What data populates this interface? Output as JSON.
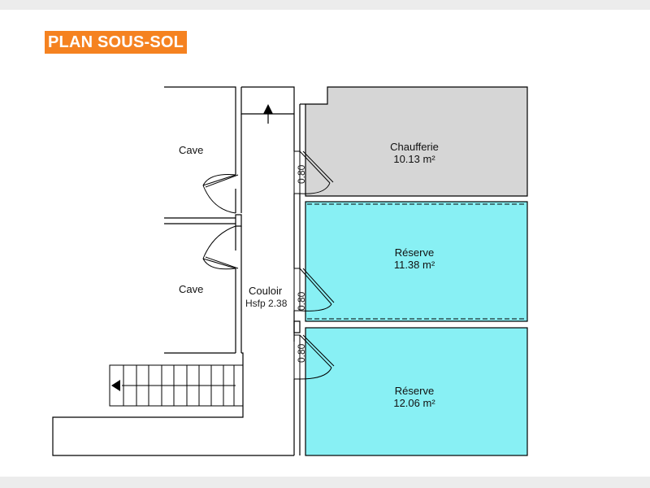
{
  "title": "PLAN SOUS-SOL",
  "colors": {
    "title_bg": "#f58220",
    "reserve_fill": "#88f0f4",
    "chaufferie_fill": "#d6d6d6",
    "wall": "#000000"
  },
  "rooms": {
    "cave_top": {
      "name": "Cave"
    },
    "cave_bottom": {
      "name": "Cave"
    },
    "couloir": {
      "name": "Couloir",
      "note": "Hsfp 2.38"
    },
    "chaufferie": {
      "name": "Chaufferie",
      "area": "10.13 m²"
    },
    "reserve_1": {
      "name": "Réserve",
      "area": "11.38 m²"
    },
    "reserve_2": {
      "name": "Réserve",
      "area": "12.06 m²"
    }
  },
  "doors": {
    "door_1": "0.80",
    "door_2": "0.80",
    "door_3": "0.80"
  }
}
